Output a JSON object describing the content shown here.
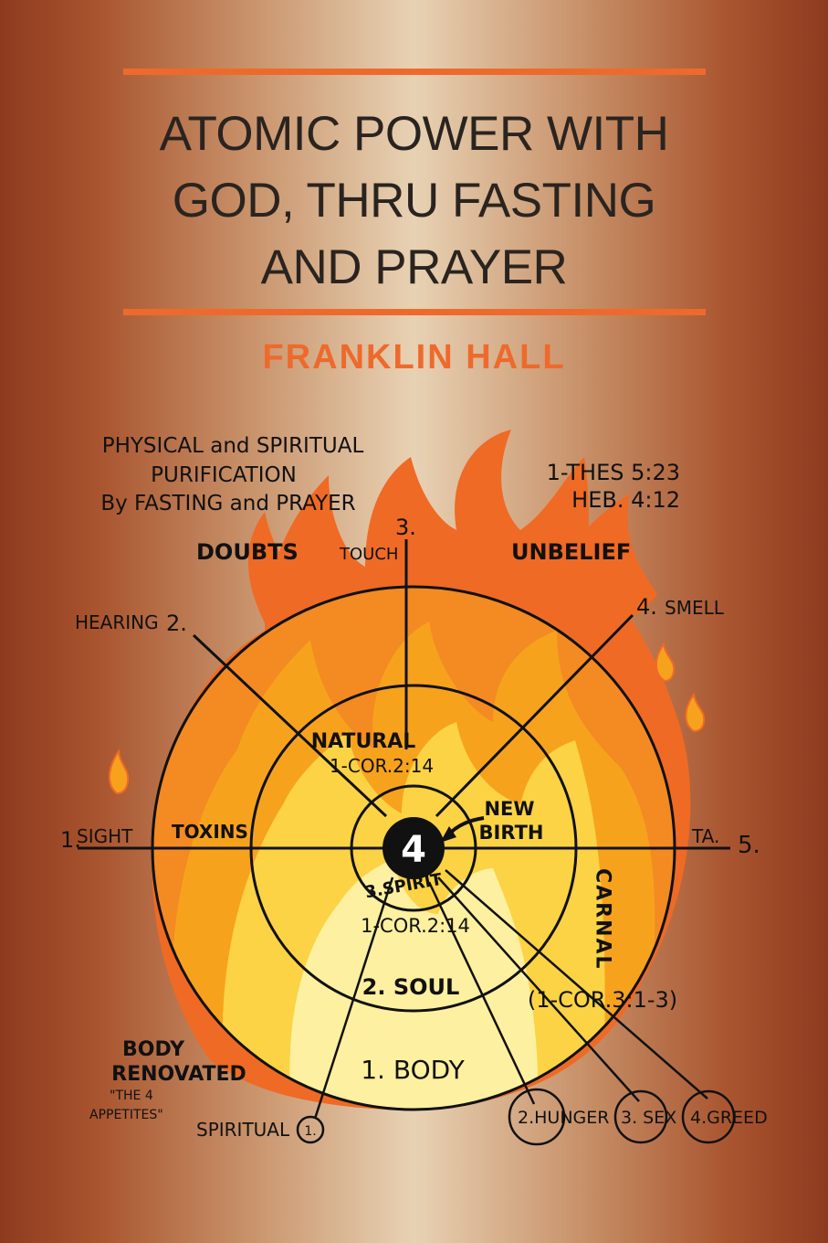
{
  "cover": {
    "title_lines": [
      "ATOMIC POWER WITH",
      "GOD, THRU FASTING",
      "AND PRAYER"
    ],
    "author": "FRANKLIN HALL"
  },
  "diagram": {
    "heading": {
      "line1": "PHYSICAL and SPIRITUAL",
      "line2": "PURIFICATION",
      "line3": "By FASTING and PRAYER"
    },
    "references": {
      "ref1": "1-THES 5:23",
      "ref2": "HEB. 4:12"
    },
    "words": {
      "doubts": "DOUBTS",
      "unbelief": "UNBELIEF",
      "toxins": "TOXINS",
      "natural": "NATURAL",
      "natural_ref": "1-COR.2:14",
      "new": "NEW",
      "birth": "BIRTH",
      "center_number": "4",
      "spirit": "3.SPIRIT",
      "spirit_ref": "1-COR.2:14",
      "soul": "2. SOUL",
      "body": "1. BODY",
      "carnal": "CARNAL",
      "carnal_ref": "(1-COR.3:1-3)"
    },
    "senses": {
      "sight_num": "1.",
      "sight": "SIGHT",
      "hearing": "HEARING",
      "hearing_num": "2.",
      "touch_num": "3.",
      "touch": "TOUCH",
      "smell_num": "4.",
      "smell": "SMELL",
      "taste": "TA.",
      "taste_num": "5."
    },
    "appetites": {
      "title1": "BODY",
      "title2": "RENOVATED",
      "subtitle1": "\"THE 4",
      "subtitle2": "APPETITES\"",
      "spiritual": "SPIRITUAL",
      "spiritual_num": "1.",
      "hunger": "2.HUNGER",
      "sex": "3. SEX",
      "greed": "4.GREED"
    }
  },
  "colors": {
    "accent_orange": "#ee6a2c",
    "title_text": "#2a2420",
    "flame_outer": "#ef6a24",
    "flame_mid": "#f7a21d",
    "flame_inner": "#fbd344",
    "flame_core": "#fdf0a0"
  }
}
